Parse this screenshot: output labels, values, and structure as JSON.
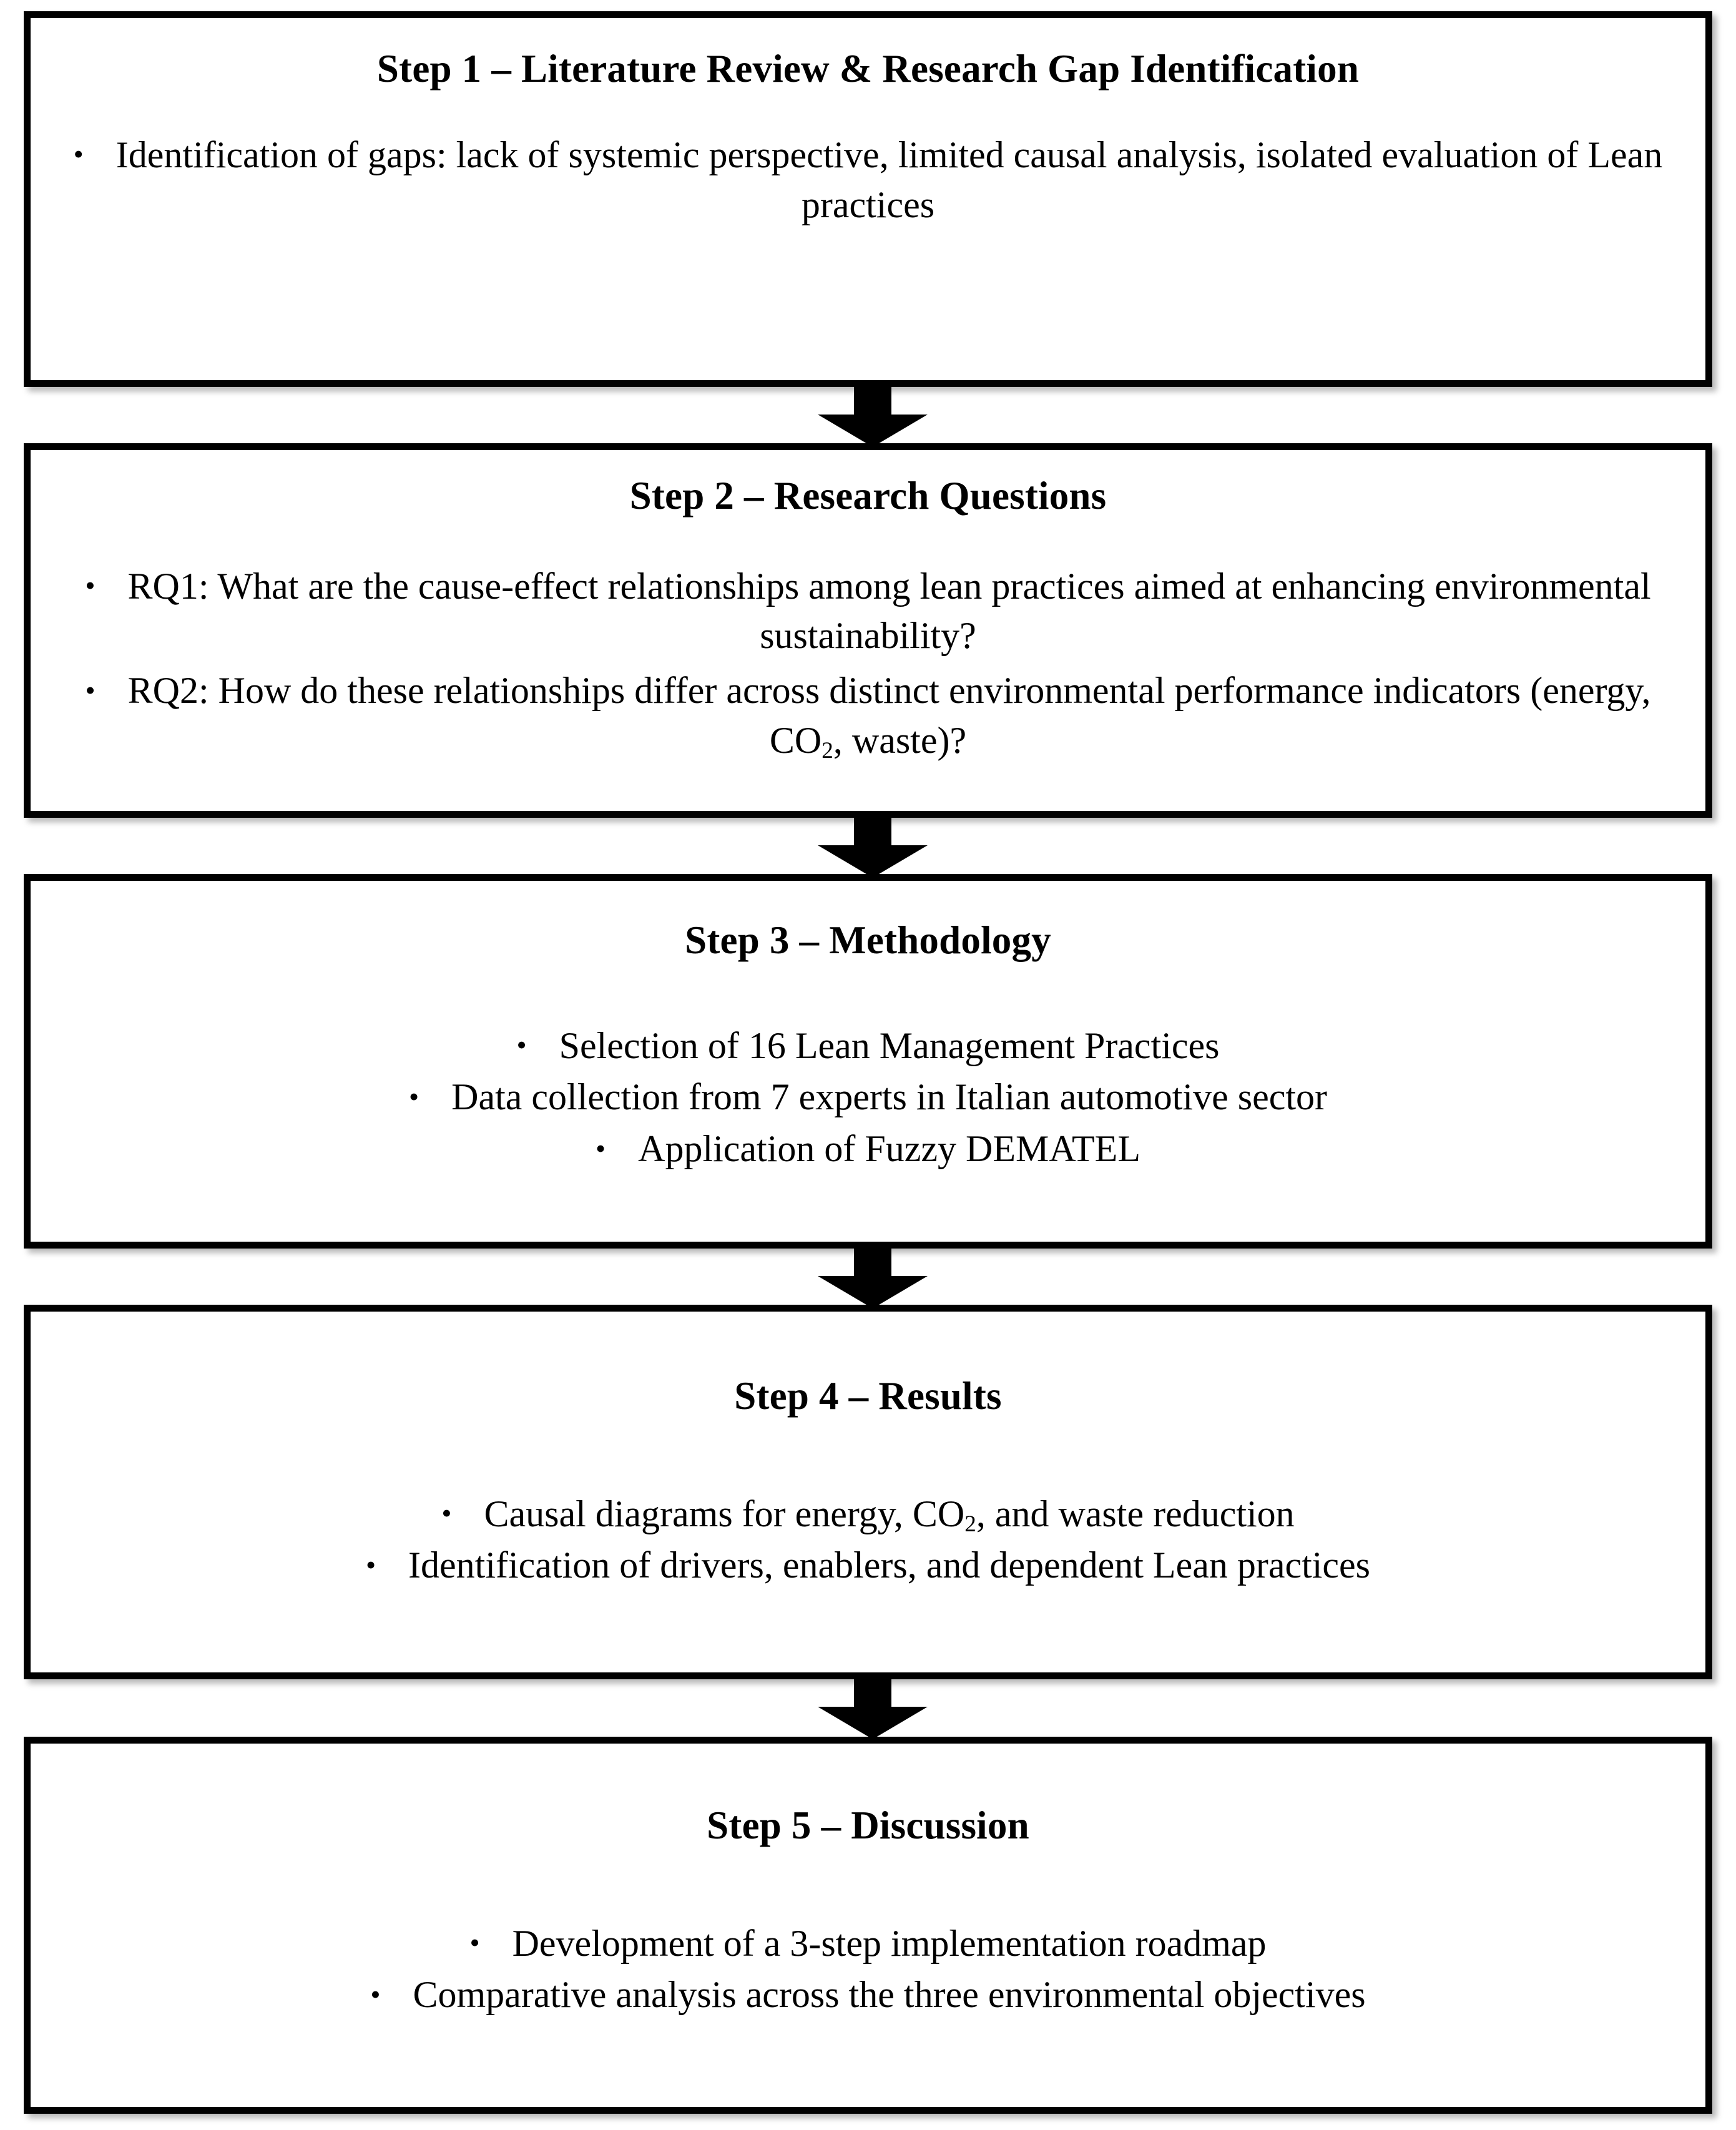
{
  "diagram": {
    "title": "Research Methodology Flowchart",
    "orientation": "vertical-top-down",
    "connector_icon": "down-arrow-icon",
    "bullet_glyph": "•",
    "colors": {
      "border": "#000000",
      "background": "#ffffff",
      "text": "#000000",
      "arrow": "#000000"
    }
  },
  "steps": [
    {
      "id": "step-1",
      "title": "Step 1 – Literature Review & Research Gap Identification",
      "bullets": [
        {
          "parts": [
            {
              "t": "Identification of gaps: lack of systemic perspective, limited causal analysis, isolated evaluation of Lean practices"
            }
          ]
        }
      ]
    },
    {
      "id": "step-2",
      "title": "Step 2 – Research Questions",
      "bullets": [
        {
          "parts": [
            {
              "t": "RQ1: What are the cause-effect relationships among lean practices aimed at enhancing environmental sustainability?"
            }
          ]
        },
        {
          "parts": [
            {
              "t": "RQ2: How do these relationships differ across distinct environmental performance indicators (energy, CO"
            },
            {
              "t": "2",
              "sub": true
            },
            {
              "t": ", waste)?"
            }
          ]
        }
      ]
    },
    {
      "id": "step-3",
      "title": "Step 3 – Methodology",
      "bullets": [
        {
          "parts": [
            {
              "t": "Selection of 16 Lean Management Practices"
            }
          ]
        },
        {
          "parts": [
            {
              "t": "Data collection from 7 experts in Italian automotive sector"
            }
          ]
        },
        {
          "parts": [
            {
              "t": "Application of Fuzzy DEMATEL"
            }
          ]
        }
      ]
    },
    {
      "id": "step-4",
      "title": "Step 4 – Results",
      "bullets": [
        {
          "parts": [
            {
              "t": "Causal diagrams for energy, CO"
            },
            {
              "t": "2",
              "sub": true
            },
            {
              "t": ", and waste reduction"
            }
          ]
        },
        {
          "parts": [
            {
              "t": "Identification of drivers, enablers, and dependent Lean practices"
            }
          ]
        }
      ]
    },
    {
      "id": "step-5",
      "title": "Step 5 – Discussion",
      "bullets": [
        {
          "parts": [
            {
              "t": "Development of a 3-step implementation roadmap"
            }
          ]
        },
        {
          "parts": [
            {
              "t": "Comparative analysis across the three environmental objectives"
            }
          ]
        }
      ]
    }
  ],
  "connectors": [
    {
      "id": "arrow-1",
      "from": "step-1",
      "to": "step-2",
      "direction": "down"
    },
    {
      "id": "arrow-2",
      "from": "step-2",
      "to": "step-3",
      "direction": "down"
    },
    {
      "id": "arrow-3",
      "from": "step-3",
      "to": "step-4",
      "direction": "down"
    },
    {
      "id": "arrow-4",
      "from": "step-4",
      "to": "step-5",
      "direction": "down"
    }
  ]
}
